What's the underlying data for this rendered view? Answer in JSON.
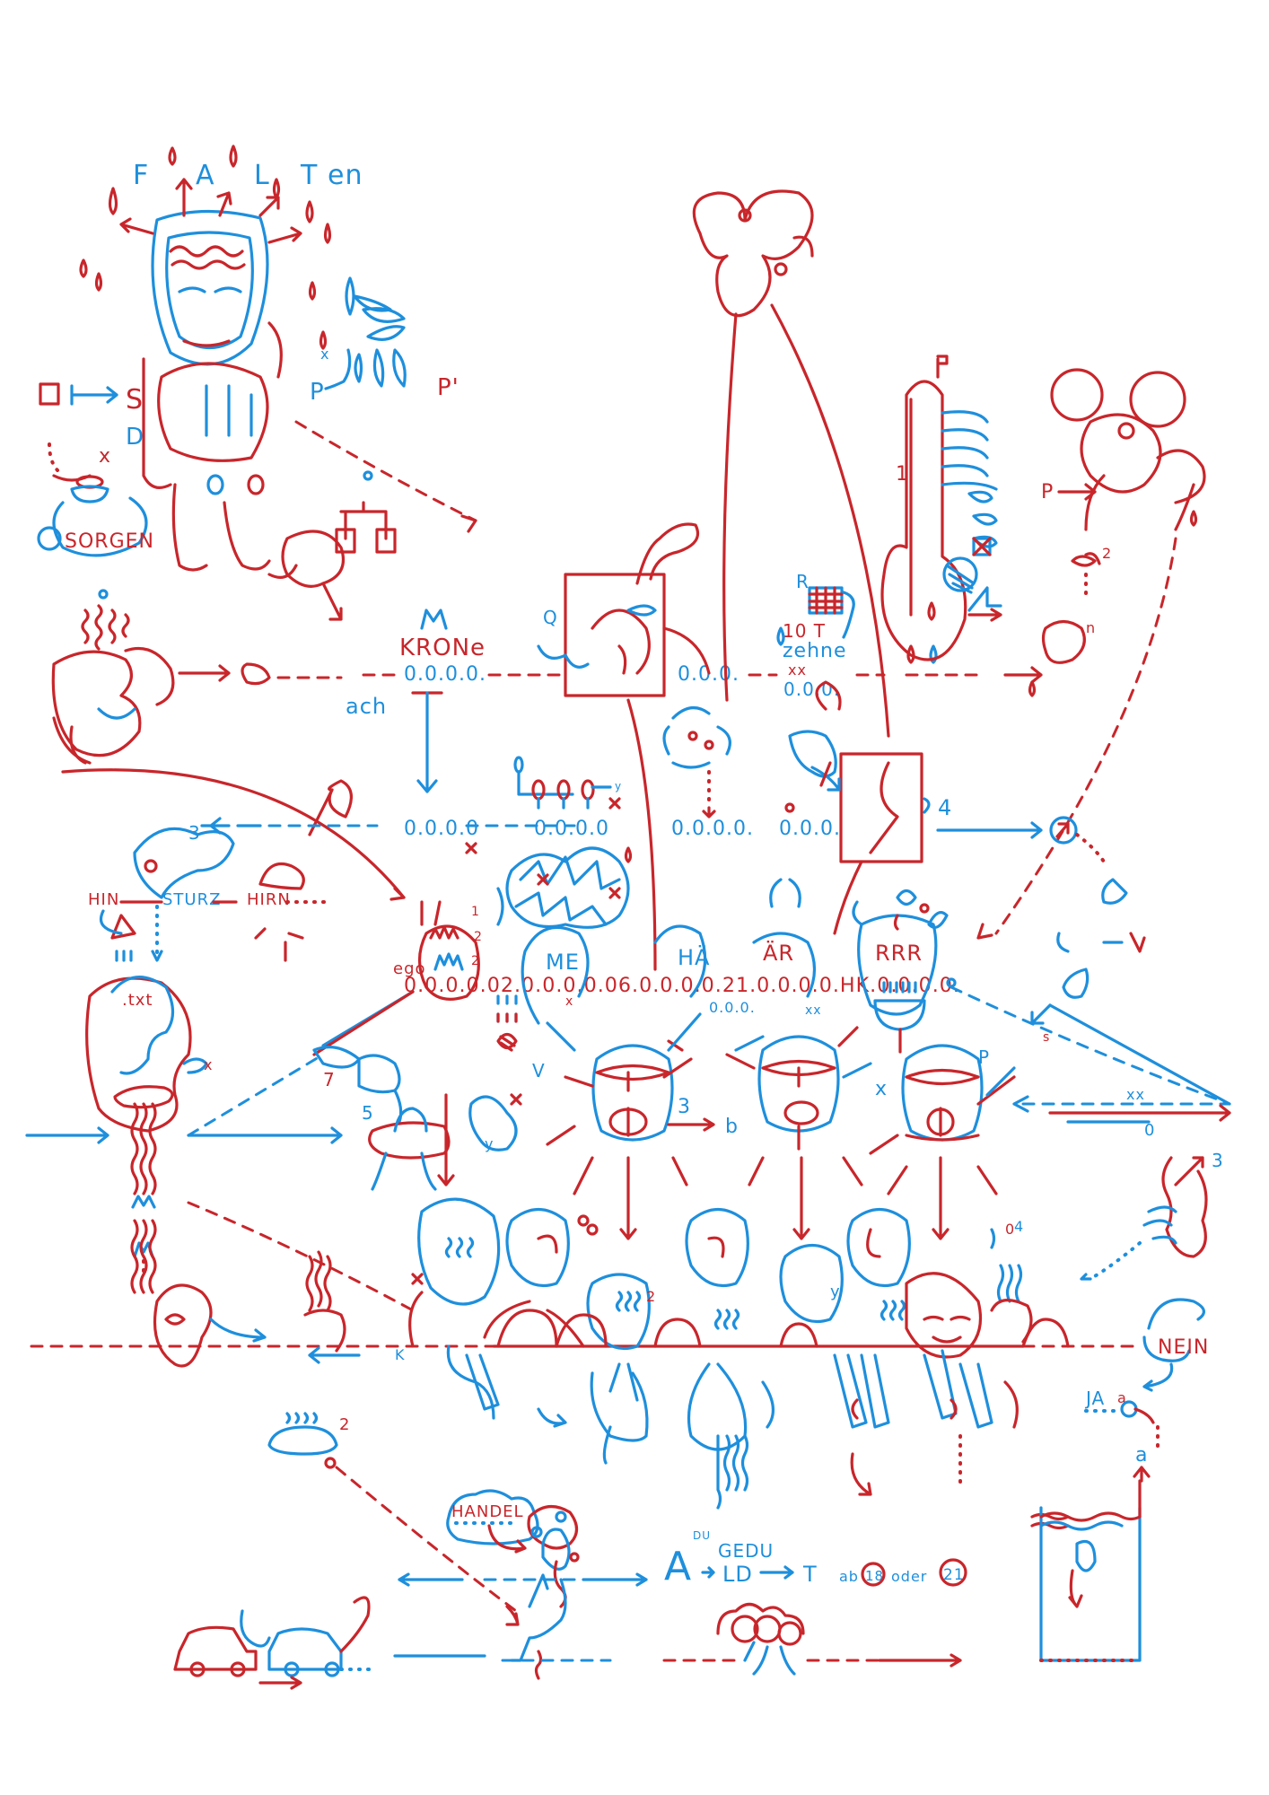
{
  "artwork": {
    "palette": {
      "red_ink": "#c8262b",
      "blue_ink": "#1e8fdc",
      "paper": "#ffffff"
    },
    "title_word": {
      "letters": [
        "F",
        "A",
        "L",
        "T",
        "en"
      ]
    },
    "labels": {
      "sorgen": "SORGEN",
      "krone": "KRONe",
      "ach": "ach",
      "zehne": "zehne",
      "ten": "10 T",
      "hin": "HIN",
      "sturz": "STURZ",
      "hirn": "HIRN",
      "txt": ".txt",
      "ego": "ego",
      "me": "ME",
      "ha": "HÄ",
      "ar": "ÄR",
      "rrr": "RRR",
      "nein": "NEIN",
      "ja": "JA",
      "handel": "HANDEL",
      "du": "DU",
      "gedu": "GEDU",
      "ld": "LD",
      "a_big": "A",
      "t": "T",
      "ab": "ab",
      "oder": "oder",
      "age_18": "18",
      "age_21": "21",
      "s_top": "S",
      "d_top": "D",
      "p_left": "P",
      "p_right": "P'",
      "p_mid": "P",
      "n": "n",
      "q": "Q",
      "r": "R",
      "b": "b",
      "k": "K",
      "s_small": "s",
      "v": "V",
      "y": "y",
      "xx": "xx",
      "o_zero": "0",
      "a_small": "a",
      "a_red": "a",
      "x": "x"
    },
    "number_codes": {
      "krone_code": "0.0.0.0.",
      "blue_row_1": "0.0.0.0",
      "blue_row_2": "0.0.0.0",
      "blue_row_3": "0.0.0.0.",
      "blue_row_4": "0.0.0.",
      "zehne_code": "0.0.0.",
      "main_code": "0.0.0.0.02.0.0.0.0.06.0.0.0.0.21.0.0.0.0.HK.0.0.0.0.",
      "right_ticks": "0.0.0."
    },
    "numbers": [
      "1",
      "2",
      "3",
      "4",
      "4",
      "4",
      "5",
      "7",
      "7",
      "2",
      "2",
      "3",
      "0",
      "n"
    ]
  }
}
